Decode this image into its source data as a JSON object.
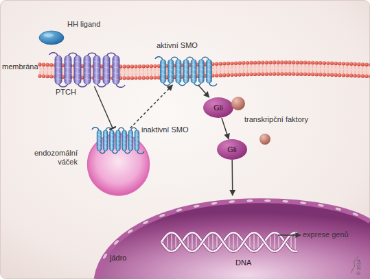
{
  "diagram": {
    "nodes": [
      {
        "text": [
          "HH ligand"
        ]
      },
      {
        "text": [
          "PTCH"
        ]
      },
      {
        "text": [
          "aktivní SMO"
        ]
      },
      {
        "text": [
          "endozomální váček"
        ]
      },
      {
        "text": [
          "inaktivní SMO"
        ],
        "in": 3
      },
      {
        "text": [
          "Gli"
        ]
      },
      {
        "text": [
          "Gli"
        ]
      },
      {
        "text": [
          "jádro"
        ]
      },
      {
        "text": [
          "DNA"
        ],
        "in": 7
      }
    ],
    "edges": [
      {
        "from": 1,
        "to": 4,
        "arrow": "to"
      },
      {
        "from": 4,
        "to": 2,
        "arrow": "to"
      },
      {
        "from": 2,
        "to": 5,
        "arrow": "to"
      },
      {
        "from": 5,
        "to": 6,
        "arrow": "to"
      },
      {
        "from": 6,
        "to": 7,
        "arrow": "to"
      }
    ],
    "labels": [
      "membrána",
      "transkripční faktory",
      "exprese genů",
      "© 2014"
    ]
  }
}
